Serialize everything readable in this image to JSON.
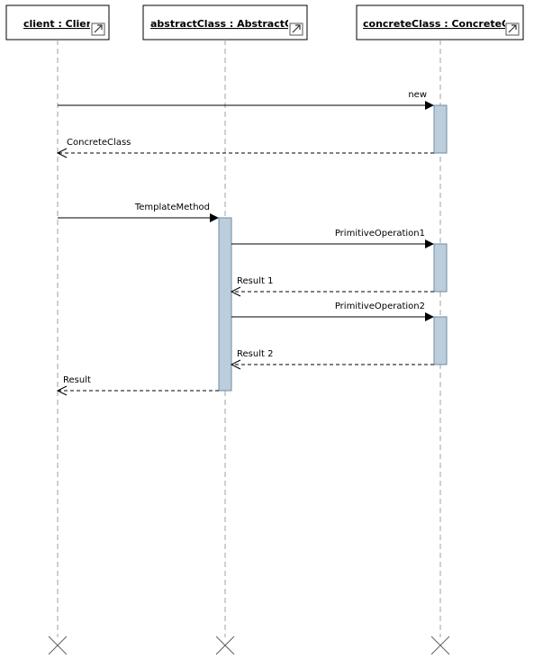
{
  "lifelines": [
    {
      "id": "client",
      "label": "client : Client",
      "icon": "link-icon"
    },
    {
      "id": "abstract",
      "label": "abstractClass : AbstractClass",
      "icon": "link-icon"
    },
    {
      "id": "concrete",
      "label": "concreteClass : ConcreteClass",
      "icon": "link-icon"
    }
  ],
  "messages": [
    {
      "label": "new",
      "kind": "sync",
      "from": "client",
      "to": "concrete"
    },
    {
      "label": "ConcreteClass",
      "kind": "return",
      "from": "concrete",
      "to": "client"
    },
    {
      "label": "TemplateMethod",
      "kind": "sync",
      "from": "client",
      "to": "abstract"
    },
    {
      "label": "PrimitiveOperation1",
      "kind": "sync",
      "from": "abstract",
      "to": "concrete"
    },
    {
      "label": "Result 1",
      "kind": "return",
      "from": "concrete",
      "to": "abstract"
    },
    {
      "label": "PrimitiveOperation2",
      "kind": "sync",
      "from": "abstract",
      "to": "concrete"
    },
    {
      "label": "Result 2",
      "kind": "return",
      "from": "concrete",
      "to": "abstract"
    },
    {
      "label": "Result",
      "kind": "return",
      "from": "abstract",
      "to": "client"
    }
  ],
  "colors": {
    "activation_fill": "#bccddc",
    "activation_stroke": "#6f8aa3",
    "lifeline_dash": "#a0a0a0"
  }
}
